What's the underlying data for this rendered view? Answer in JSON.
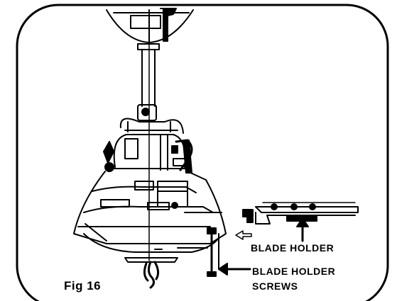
{
  "figure": {
    "label": "Fig 16"
  },
  "callouts": {
    "blade_holder": "BLADE HOLDER",
    "blade_holder_screws_line1": "BLADE HOLDER",
    "blade_holder_screws_line2": "SCREWS"
  },
  "style": {
    "line_color": "#000000",
    "background": "#ffffff"
  },
  "icons": {
    "left_arrow": "outline-arrow-left-icon",
    "pointer_arrow": "filled-arrow-left-icon",
    "up_arrow": "filled-arrow-up-icon"
  }
}
